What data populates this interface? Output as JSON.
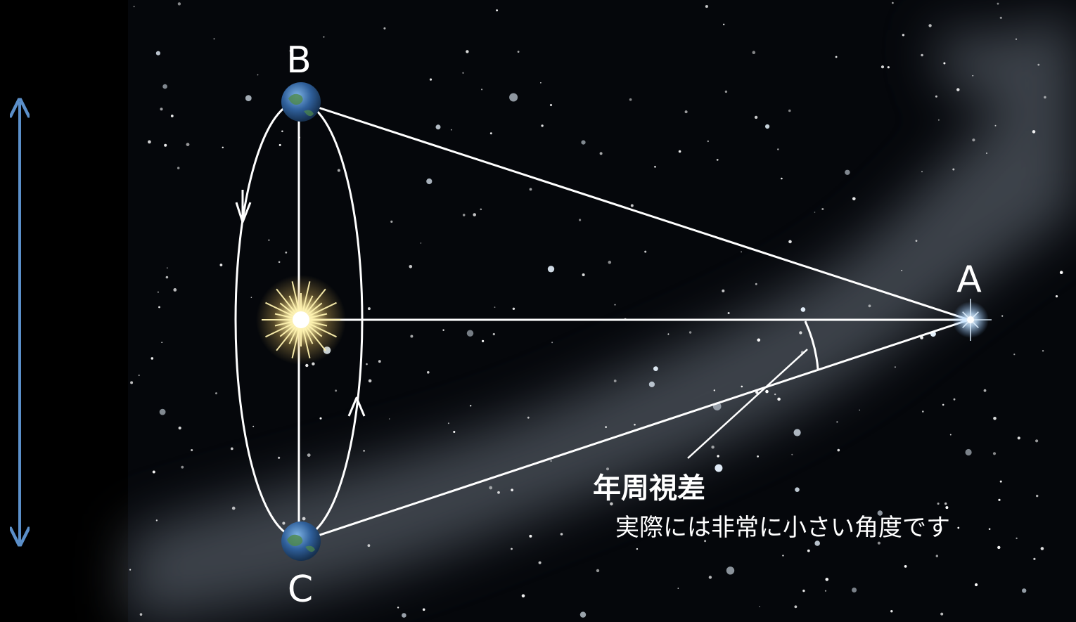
{
  "diagram": {
    "type": "annual-parallax",
    "labels": {
      "a": "A",
      "b": "B",
      "c": "C"
    },
    "annotation": {
      "title": "年周視差",
      "note": "実際には非常に小さい角度です"
    },
    "colors": {
      "background": "#000000",
      "sky": "#05070b",
      "lines": "#ffffff",
      "side_arrow": "#5b8fc9",
      "sun": "#fff6c8",
      "earth": "#3a6fb0",
      "star_a": "#bfe0ff"
    }
  }
}
